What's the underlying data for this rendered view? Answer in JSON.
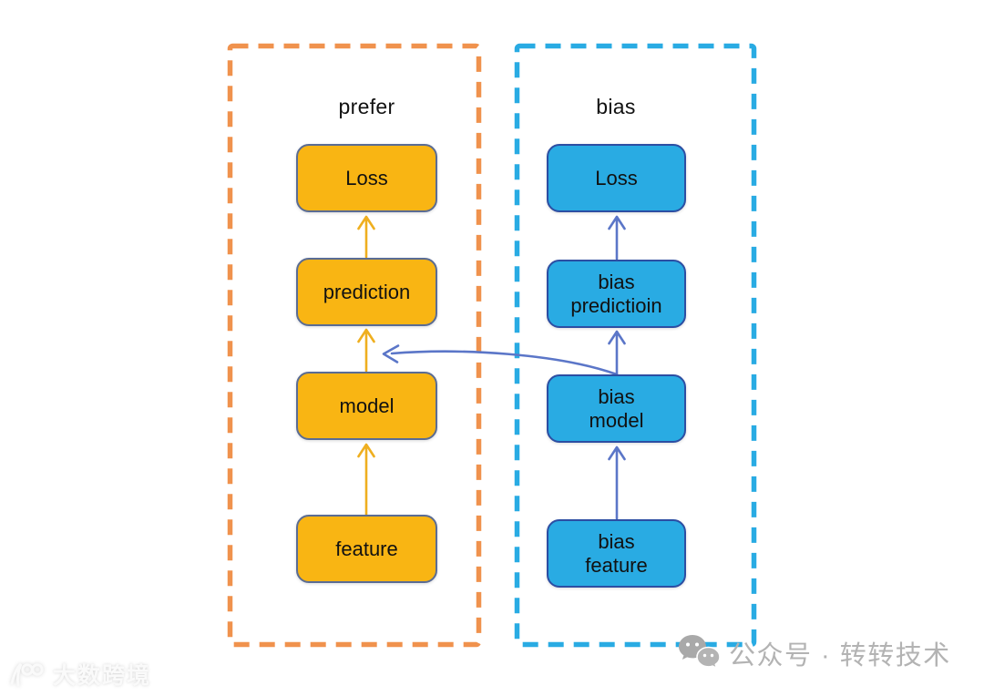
{
  "diagram": {
    "groups": [
      {
        "label": "prefer",
        "border_color": "#F0924D",
        "node_fill": "#F9B513",
        "node_border": "#5A6C94",
        "arrow_color": "#EFAF1F",
        "nodes": [
          {
            "label": "Loss"
          },
          {
            "label": "prediction"
          },
          {
            "label": "model"
          },
          {
            "label": "feature"
          }
        ]
      },
      {
        "label": "bias",
        "border_color": "#29ABE3",
        "node_fill": "#29ABE3",
        "node_border": "#2C4EA3",
        "arrow_color": "#5B76C8",
        "nodes": [
          {
            "label": "Loss"
          },
          {
            "label": "bias\npredictioin"
          },
          {
            "label": "bias\nmodel"
          },
          {
            "label": "bias\nfeature"
          }
        ]
      }
    ],
    "cross_arrow_color": "#5B76C8",
    "text_color": "#111111"
  },
  "watermarks": {
    "left": {
      "logo": "100",
      "text": "大数跨境"
    },
    "right": {
      "icon": "wechat-icon",
      "text": "公众号 · 转转技术",
      "color": "#B3B3B3"
    }
  }
}
